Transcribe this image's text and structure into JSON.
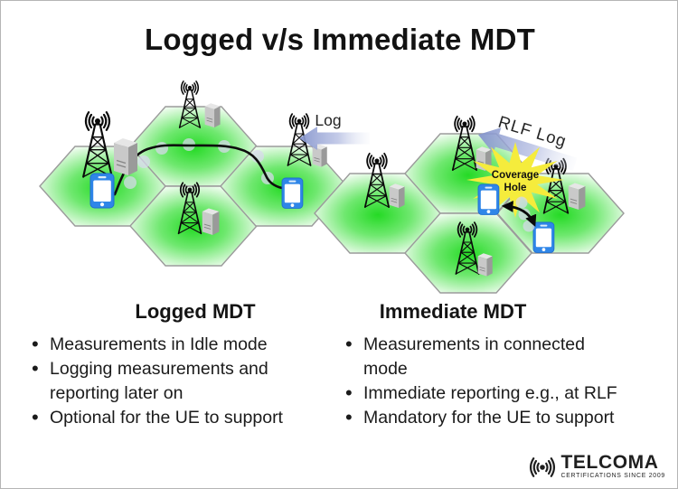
{
  "title": "Logged v/s Immediate MDT",
  "diagram": {
    "log_arrow_label": "Log",
    "rlf_arrow_label": "RLF Log",
    "coverage_hole_line1": "Coverage",
    "coverage_hole_line2": "Hole"
  },
  "sections": {
    "logged": {
      "heading": "Logged MDT",
      "items": [
        "Measurements in Idle mode",
        "Logging measurements and\nreporting later on",
        "Optional for the UE to support"
      ]
    },
    "immediate": {
      "heading": "Immediate MDT",
      "items": [
        "Measurements in connected\nmode",
        "Immediate reporting e.g., at RLF",
        "Mandatory for the UE to support"
      ]
    }
  },
  "logo": {
    "brand": "TELCOMA",
    "tagline": "CERTIFICATIONS SINCE 2009"
  },
  "colors": {
    "cell_green": "#25da25",
    "hex_stroke": "#9b9b9b",
    "phone_blue": "#2f86e8",
    "arrow_lavender": "#8f9bd1",
    "star_yellow": "#f5ec3c",
    "text": "#1b1b1b"
  }
}
